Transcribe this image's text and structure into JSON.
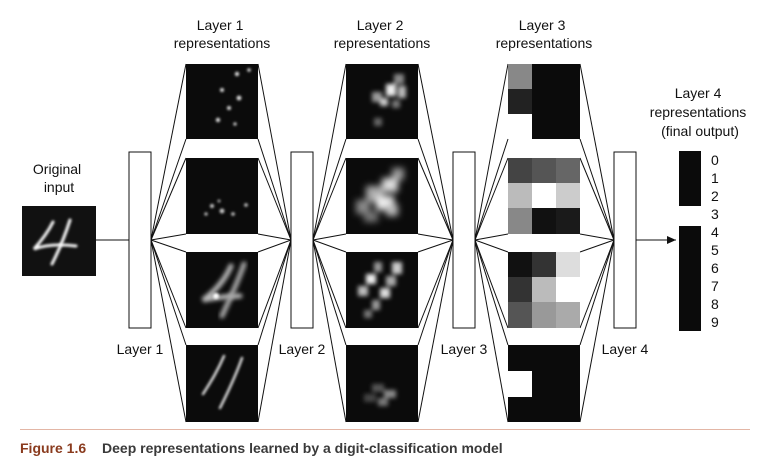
{
  "labels": {
    "original_input": [
      "Original",
      "input"
    ],
    "layer1_repr": [
      "Layer 1",
      "representations"
    ],
    "layer2_repr": [
      "Layer 2",
      "representations"
    ],
    "layer3_repr": [
      "Layer 3",
      "representations"
    ],
    "layer4_repr": [
      "Layer 4",
      "representations",
      "(final output)"
    ],
    "layer_boxes": [
      "Layer 1",
      "Layer 2",
      "Layer 3",
      "Layer 4"
    ],
    "digits": [
      "0",
      "1",
      "2",
      "3",
      "4",
      "5",
      "6",
      "7",
      "8",
      "9"
    ]
  },
  "output": {
    "active_digit_index": 3
  },
  "caption": {
    "figure_number": "Figure 1.6",
    "text": "Deep representations learned by a digit-classification model"
  }
}
